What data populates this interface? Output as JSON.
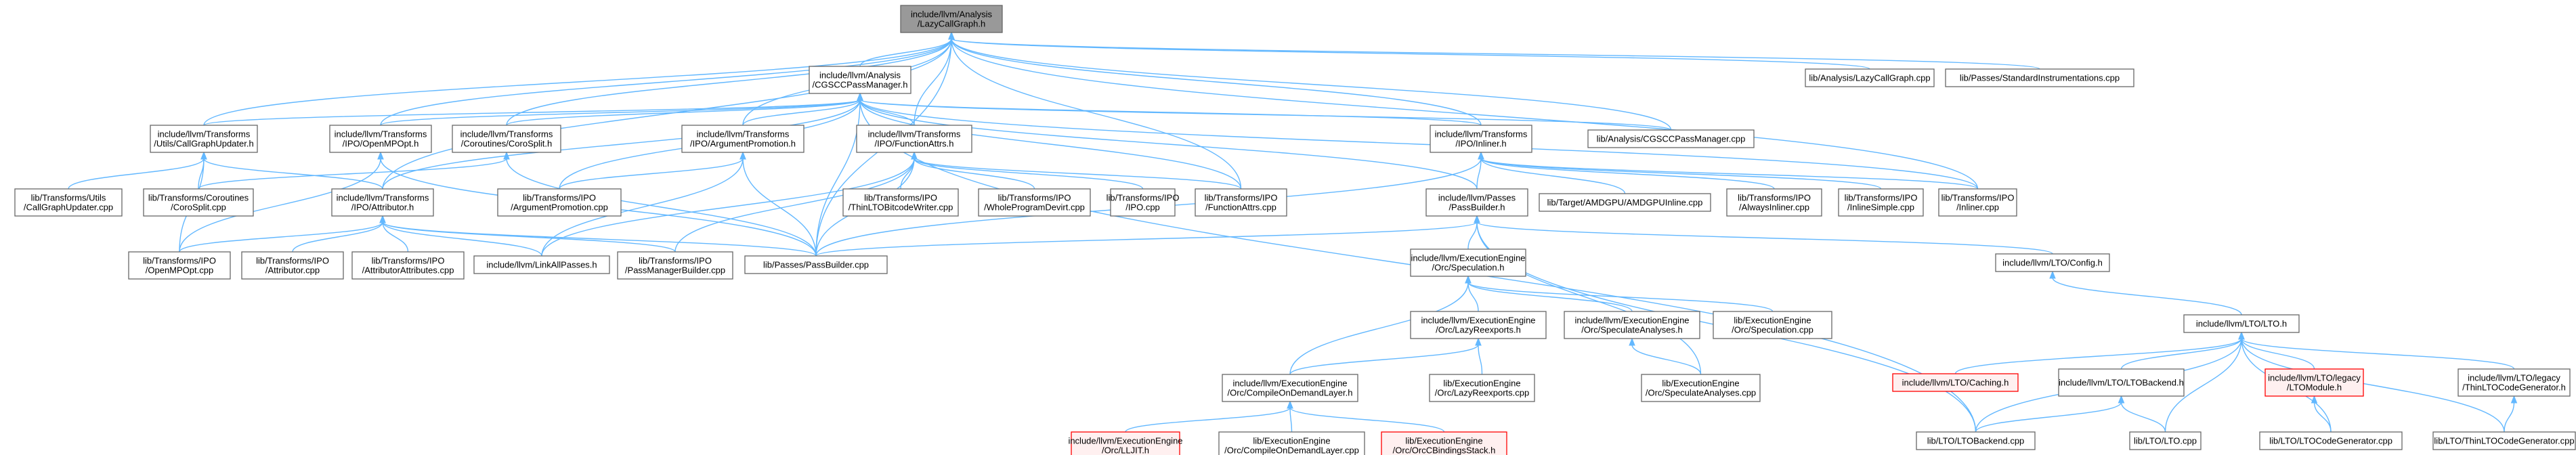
{
  "diagram": {
    "edge_color": "#63b8ff",
    "nodes": [
      {
        "id": "n0",
        "lines": [
          "include/llvm/Analysis",
          "/LazyCallGraph.h"
        ],
        "style": "root"
      },
      {
        "id": "n1",
        "lines": [
          "include/llvm/Analysis",
          "/CGSCCPassManager.h"
        ]
      },
      {
        "id": "n2",
        "lines": [
          "lib/Analysis/LazyCallGraph.cpp"
        ]
      },
      {
        "id": "n3",
        "lines": [
          "lib/Passes/StandardInstrumentations.cpp"
        ]
      },
      {
        "id": "n4",
        "lines": [
          "include/llvm/Transforms",
          "/Utils/CallGraphUpdater.h"
        ]
      },
      {
        "id": "n5",
        "lines": [
          "include/llvm/Transforms",
          "/IPO/OpenMPOpt.h"
        ]
      },
      {
        "id": "n6",
        "lines": [
          "include/llvm/Transforms",
          "/Coroutines/CoroSplit.h"
        ]
      },
      {
        "id": "n7",
        "lines": [
          "include/llvm/Transforms",
          "/IPO/ArgumentPromotion.h"
        ]
      },
      {
        "id": "n8",
        "lines": [
          "include/llvm/Transforms",
          "/IPO/FunctionAttrs.h"
        ]
      },
      {
        "id": "n9",
        "lines": [
          "include/llvm/Transforms",
          "/IPO/Inliner.h"
        ]
      },
      {
        "id": "n10",
        "lines": [
          "lib/Analysis/CGSCCPassManager.cpp"
        ]
      },
      {
        "id": "n11",
        "lines": [
          "lib/Transforms/Utils",
          "/CallGraphUpdater.cpp"
        ]
      },
      {
        "id": "n12",
        "lines": [
          "lib/Transforms/Coroutines",
          "/CoroSplit.cpp"
        ]
      },
      {
        "id": "n13",
        "lines": [
          "include/llvm/Transforms",
          "/IPO/Attributor.h"
        ]
      },
      {
        "id": "n14",
        "lines": [
          "lib/Transforms/IPO",
          "/ArgumentPromotion.cpp"
        ]
      },
      {
        "id": "n15",
        "lines": [
          "lib/Transforms/IPO",
          "/ThinLTOBitcodeWriter.cpp"
        ]
      },
      {
        "id": "n16",
        "lines": [
          "lib/Transforms/IPO",
          "/WholeProgramDevirt.cpp"
        ]
      },
      {
        "id": "n17",
        "lines": [
          "lib/Transforms/IPO",
          "/IPO.cpp"
        ]
      },
      {
        "id": "n18",
        "lines": [
          "lib/Transforms/IPO",
          "/FunctionAttrs.cpp"
        ]
      },
      {
        "id": "n19",
        "lines": [
          "include/llvm/Passes",
          "/PassBuilder.h"
        ]
      },
      {
        "id": "n20",
        "lines": [
          "lib/Target/AMDGPU/AMDGPUInline.cpp"
        ]
      },
      {
        "id": "n21",
        "lines": [
          "lib/Transforms/IPO",
          "/AlwaysInliner.cpp"
        ]
      },
      {
        "id": "n22",
        "lines": [
          "lib/Transforms/IPO",
          "/InlineSimple.cpp"
        ]
      },
      {
        "id": "n23",
        "lines": [
          "lib/Transforms/IPO",
          "/Inliner.cpp"
        ]
      },
      {
        "id": "n24",
        "lines": [
          "lib/Transforms/IPO",
          "/OpenMPOpt.cpp"
        ]
      },
      {
        "id": "n25",
        "lines": [
          "lib/Transforms/IPO",
          "/Attributor.cpp"
        ]
      },
      {
        "id": "n26",
        "lines": [
          "lib/Transforms/IPO",
          "/AttributorAttributes.cpp"
        ]
      },
      {
        "id": "n27",
        "lines": [
          "include/llvm/LinkAllPasses.h"
        ]
      },
      {
        "id": "n28",
        "lines": [
          "lib/Transforms/IPO",
          "/PassManagerBuilder.cpp"
        ]
      },
      {
        "id": "n29",
        "lines": [
          "lib/Passes/PassBuilder.cpp"
        ]
      },
      {
        "id": "n30",
        "lines": [
          "include/llvm/ExecutionEngine",
          "/Orc/Speculation.h"
        ]
      },
      {
        "id": "n31",
        "lines": [
          "include/llvm/LTO/Config.h"
        ]
      },
      {
        "id": "n32",
        "lines": [
          "include/llvm/ExecutionEngine",
          "/Orc/LazyReexports.h"
        ]
      },
      {
        "id": "n33",
        "lines": [
          "include/llvm/ExecutionEngine",
          "/Orc/SpeculateAnalyses.h"
        ]
      },
      {
        "id": "n34",
        "lines": [
          "lib/ExecutionEngine",
          "/Orc/Speculation.cpp"
        ]
      },
      {
        "id": "n35",
        "lines": [
          "include/llvm/LTO/LTO.h"
        ]
      },
      {
        "id": "n36",
        "lines": [
          "lib/ExecutionEngine",
          "/Orc/LazyReexports.cpp"
        ]
      },
      {
        "id": "n37",
        "lines": [
          "lib/ExecutionEngine",
          "/Orc/SpeculateAnalyses.cpp"
        ]
      },
      {
        "id": "n38",
        "lines": [
          "include/llvm/LTO/Caching.h"
        ],
        "style": "missing"
      },
      {
        "id": "n39",
        "lines": [
          "include/llvm/LTO/LTOBackend.h"
        ]
      },
      {
        "id": "n40",
        "lines": [
          "include/llvm/LTO/legacy",
          "/LTOModule.h"
        ],
        "style": "missing"
      },
      {
        "id": "n41",
        "lines": [
          "include/llvm/LTO/legacy",
          "/ThinLTOCodeGenerator.h"
        ]
      },
      {
        "id": "n42",
        "lines": [
          "include/llvm/ExecutionEngine",
          "/Orc/CompileOnDemandLayer.h"
        ]
      },
      {
        "id": "n43",
        "lines": [
          "include/llvm/ExecutionEngine",
          "/Orc/LLJIT.h"
        ],
        "style": "missing"
      },
      {
        "id": "n44",
        "lines": [
          "lib/ExecutionEngine",
          "/Orc/CompileOnDemandLayer.cpp"
        ]
      },
      {
        "id": "n45",
        "lines": [
          "lib/ExecutionEngine",
          "/Orc/OrcCBindingsStack.h"
        ],
        "style": "missing"
      },
      {
        "id": "n46",
        "lines": [
          "lib/LTO/LTOBackend.cpp"
        ]
      },
      {
        "id": "n47",
        "lines": [
          "lib/LTO/LTO.cpp"
        ]
      },
      {
        "id": "n48",
        "lines": [
          "lib/LTO/LTOCodeGenerator.cpp"
        ]
      },
      {
        "id": "n49",
        "lines": [
          "lib/LTO/ThinLTOCodeGenerator.cpp"
        ]
      }
    ],
    "edges": [
      [
        "n0",
        "n1"
      ],
      [
        "n0",
        "n2"
      ],
      [
        "n0",
        "n3"
      ],
      [
        "n0",
        "n4"
      ],
      [
        "n0",
        "n5"
      ],
      [
        "n0",
        "n6"
      ],
      [
        "n0",
        "n7"
      ],
      [
        "n0",
        "n8"
      ],
      [
        "n0",
        "n9"
      ],
      [
        "n0",
        "n10"
      ],
      [
        "n0",
        "n13"
      ],
      [
        "n0",
        "n18"
      ],
      [
        "n0",
        "n23"
      ],
      [
        "n0",
        "n29"
      ],
      [
        "n1",
        "n4"
      ],
      [
        "n1",
        "n5"
      ],
      [
        "n1",
        "n6"
      ],
      [
        "n1",
        "n7"
      ],
      [
        "n1",
        "n8"
      ],
      [
        "n1",
        "n9"
      ],
      [
        "n1",
        "n10"
      ],
      [
        "n1",
        "n13"
      ],
      [
        "n1",
        "n14"
      ],
      [
        "n1",
        "n18"
      ],
      [
        "n1",
        "n19"
      ],
      [
        "n1",
        "n23"
      ],
      [
        "n1",
        "n29"
      ],
      [
        "n1",
        "n46"
      ],
      [
        "n4",
        "n11"
      ],
      [
        "n4",
        "n12"
      ],
      [
        "n4",
        "n13"
      ],
      [
        "n4",
        "n24"
      ],
      [
        "n5",
        "n24"
      ],
      [
        "n5",
        "n29"
      ],
      [
        "n6",
        "n12"
      ],
      [
        "n6",
        "n29"
      ],
      [
        "n7",
        "n14"
      ],
      [
        "n7",
        "n27"
      ],
      [
        "n7",
        "n29"
      ],
      [
        "n8",
        "n15"
      ],
      [
        "n8",
        "n16"
      ],
      [
        "n8",
        "n17"
      ],
      [
        "n8",
        "n18"
      ],
      [
        "n8",
        "n27"
      ],
      [
        "n8",
        "n28"
      ],
      [
        "n8",
        "n29"
      ],
      [
        "n9",
        "n19"
      ],
      [
        "n9",
        "n20"
      ],
      [
        "n9",
        "n21"
      ],
      [
        "n9",
        "n22"
      ],
      [
        "n9",
        "n23"
      ],
      [
        "n9",
        "n29"
      ],
      [
        "n13",
        "n24"
      ],
      [
        "n13",
        "n25"
      ],
      [
        "n13",
        "n26"
      ],
      [
        "n13",
        "n27"
      ],
      [
        "n13",
        "n28"
      ],
      [
        "n13",
        "n29"
      ],
      [
        "n19",
        "n29"
      ],
      [
        "n19",
        "n30"
      ],
      [
        "n19",
        "n31"
      ],
      [
        "n19",
        "n37"
      ],
      [
        "n19",
        "n46"
      ],
      [
        "n30",
        "n32"
      ],
      [
        "n30",
        "n33"
      ],
      [
        "n30",
        "n34"
      ],
      [
        "n30",
        "n42"
      ],
      [
        "n31",
        "n35"
      ],
      [
        "n32",
        "n36"
      ],
      [
        "n32",
        "n42"
      ],
      [
        "n33",
        "n37"
      ],
      [
        "n42",
        "n43"
      ],
      [
        "n42",
        "n44"
      ],
      [
        "n42",
        "n45"
      ],
      [
        "n35",
        "n38"
      ],
      [
        "n35",
        "n39"
      ],
      [
        "n35",
        "n40"
      ],
      [
        "n35",
        "n41"
      ],
      [
        "n35",
        "n46"
      ],
      [
        "n35",
        "n47"
      ],
      [
        "n35",
        "n48"
      ],
      [
        "n35",
        "n49"
      ],
      [
        "n39",
        "n46"
      ],
      [
        "n39",
        "n47"
      ],
      [
        "n40",
        "n48"
      ],
      [
        "n41",
        "n49"
      ]
    ]
  }
}
